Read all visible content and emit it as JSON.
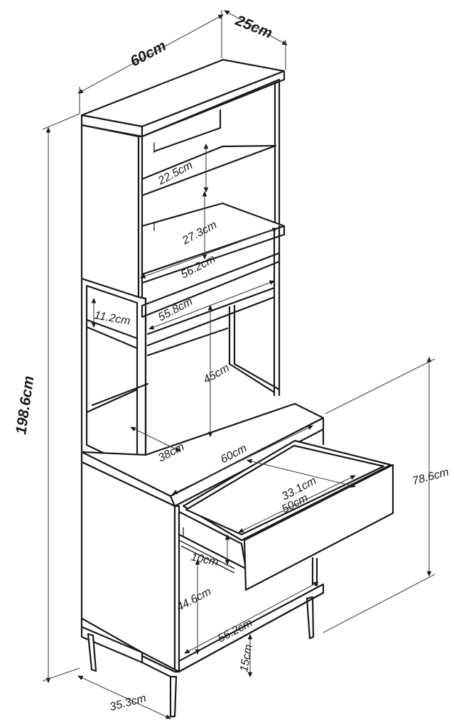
{
  "dimensions": {
    "top_width": "60cm",
    "top_depth": "25cm",
    "total_height": "198.6cm",
    "shelf_gap_upper": "22.5cm",
    "shelf_gap_middle": "27.3cm",
    "hutch_inner_width": "56.2cm",
    "open_section_width": "55.8cm",
    "rail_height": "11.2cm",
    "open_section_height": "45cm",
    "counter_depth": "38cm",
    "counter_width": "60cm",
    "drawer_depth": "33.1cm",
    "drawer_width": "50cm",
    "base_height": "78.6cm",
    "drawer_height": "10cm",
    "base_opening_height": "44.6cm",
    "base_inner_width": "56.2cm",
    "leg_height": "15cm",
    "base_depth": "35.3cm"
  }
}
